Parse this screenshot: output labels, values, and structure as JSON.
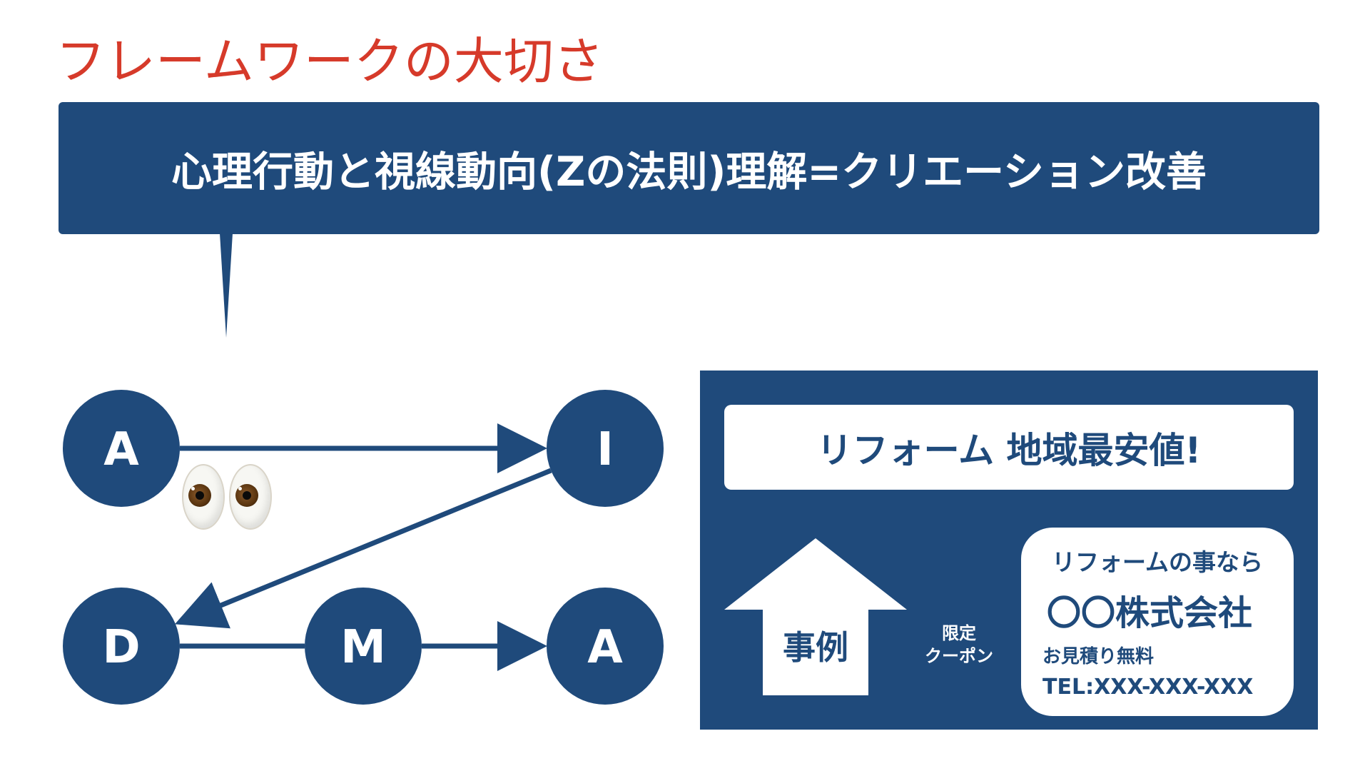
{
  "title": "フレームワークの大切さ",
  "callout": {
    "text": "心理行動と視線動向(Zの法則)理解=クリエーション改善"
  },
  "flow": {
    "nodes": [
      {
        "id": "a1",
        "label": "A"
      },
      {
        "id": "i",
        "label": "I"
      },
      {
        "id": "d",
        "label": "D"
      },
      {
        "id": "m",
        "label": "M"
      },
      {
        "id": "a2",
        "label": "A"
      }
    ],
    "edges": [
      {
        "from": "a1",
        "to": "i",
        "arrow": true
      },
      {
        "from": "i",
        "to": "d",
        "arrow": true
      },
      {
        "from": "d",
        "to": "m",
        "arrow": false
      },
      {
        "from": "m",
        "to": "a2",
        "arrow": true
      }
    ],
    "eyes_icon": "eyes-emoji-icon"
  },
  "ad": {
    "headline": "リフォーム 地域最安値!",
    "house_label": "事例",
    "coupon_line1": "限定",
    "coupon_line2": "クーポン",
    "company_tagline": "リフォームの事なら",
    "company_name": "〇〇株式会社",
    "estimate": "お見積り無料",
    "tel": "TEL:XXX-XXX-XXX"
  },
  "colors": {
    "navy": "#1f4a7b",
    "title_red": "#d63a2a",
    "white": "#ffffff"
  }
}
